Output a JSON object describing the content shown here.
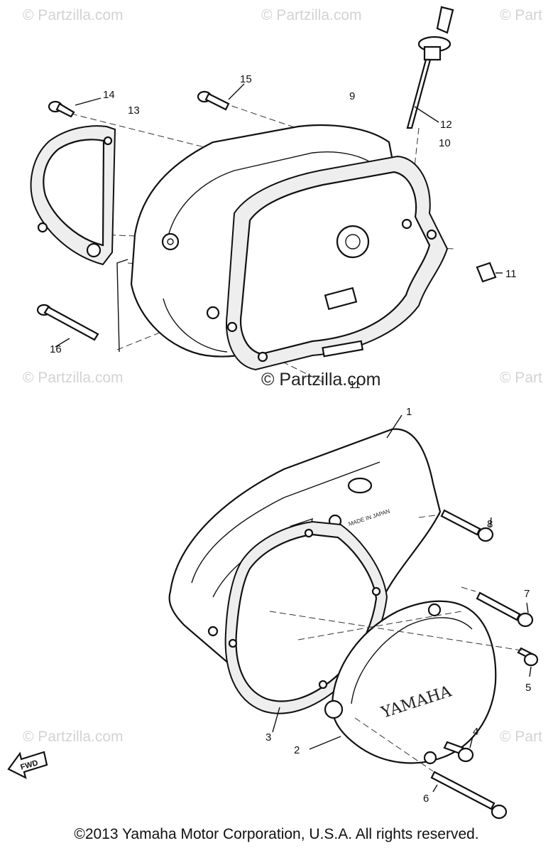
{
  "watermarks": [
    {
      "text": "© Partzilla.com"
    },
    {
      "text": "© Partzilla.com"
    },
    {
      "text": "© Part"
    },
    {
      "text": "© Partzilla.com"
    },
    {
      "text": "© Part"
    },
    {
      "text": "© Partzilla.com"
    },
    {
      "text": "© Part"
    }
  ],
  "center_watermark": "© Partzilla.com",
  "callouts": {
    "c1": "1",
    "c2": "2",
    "c3": "3",
    "c4": "4",
    "c5": "5",
    "c6": "6",
    "c7": "7",
    "c8": "8",
    "c9": "9",
    "c10": "10",
    "c11a": "11",
    "c11b": "11",
    "c12": "12",
    "c13": "13",
    "c14": "14",
    "c15": "15",
    "c16": "16"
  },
  "cover_brand": "YAMAHA",
  "cover_stamp": "MADE IN JAPAN",
  "fwd_label": "FWD",
  "copyright": "©2013 Yamaha Motor Corporation, U.S.A. All rights reserved."
}
